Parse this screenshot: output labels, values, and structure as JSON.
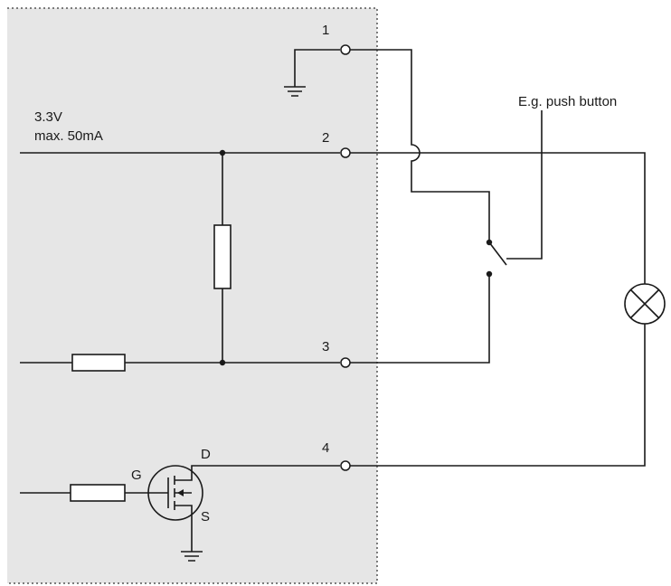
{
  "labels": {
    "supply_voltage": "3.3V",
    "supply_current": "max. 50mA",
    "push_button": "E.g. push button",
    "gate": "G",
    "drain": "D",
    "source": "S"
  },
  "terminals": [
    {
      "label": "1"
    },
    {
      "label": "2"
    },
    {
      "label": "3"
    },
    {
      "label": "4"
    }
  ],
  "colors": {
    "internal_area": "#e6e6e6",
    "ink": "#1a1a1a",
    "border": "#555555"
  }
}
